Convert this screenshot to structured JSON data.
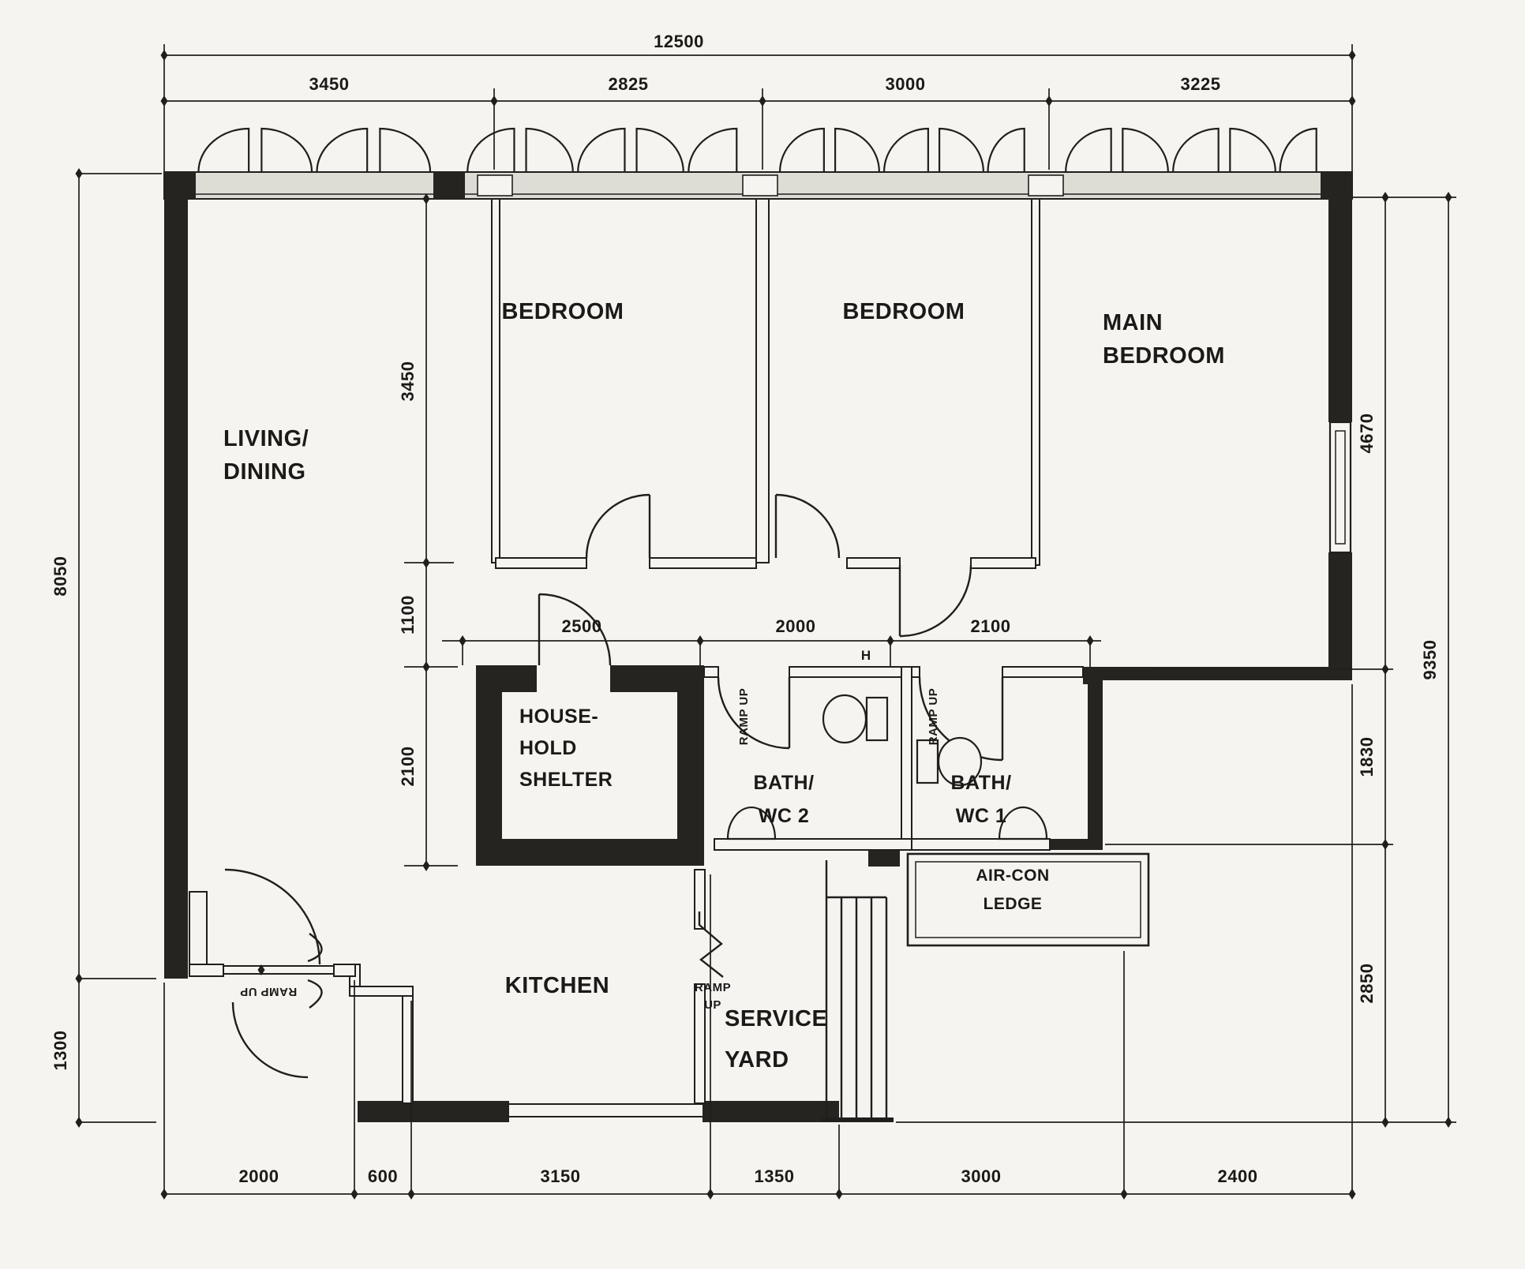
{
  "rooms": {
    "living": {
      "lines": [
        "LIVING/",
        "DINING"
      ]
    },
    "bedroom1": {
      "label": "BEDROOM"
    },
    "bedroom2": {
      "label": "BEDROOM"
    },
    "main_bedroom": {
      "lines": [
        "MAIN",
        "BEDROOM"
      ]
    },
    "household_shelter": {
      "lines": [
        "HOUSE-",
        "HOLD",
        "SHELTER"
      ]
    },
    "bath_wc2": {
      "lines": [
        "BATH/",
        "WC 2"
      ]
    },
    "bath_wc1": {
      "lines": [
        "BATH/",
        "WC 1"
      ]
    },
    "aircon_ledge": {
      "lines": [
        "AIR-CON",
        "LEDGE"
      ]
    },
    "kitchen": {
      "label": "KITCHEN"
    },
    "service_yard": {
      "lines": [
        "SERVICE",
        "YARD"
      ]
    }
  },
  "annotations": {
    "ramp_up_bath2": "RAMP UP",
    "ramp_up_bath1": "RAMP UP",
    "ramp_up_entrance": "RAMP UP",
    "ramp_service": {
      "lines": [
        "RAMP",
        "UP"
      ]
    },
    "h_marker": "H"
  },
  "dimensions": {
    "top_total": "12500",
    "top_segments": [
      "3450",
      "2825",
      "3000",
      "3225"
    ],
    "bottom_segments": [
      "2000",
      "600",
      "3150",
      "1350",
      "3000",
      "2400"
    ],
    "left_segments": [
      "8050",
      "1300"
    ],
    "right_inner_segments": [
      "4670",
      "1830",
      "2850"
    ],
    "right_total": "9350",
    "interior_vertical": [
      "3450",
      "1100",
      "2100"
    ],
    "interior_horizontal": [
      "2500",
      "2000",
      "2100"
    ]
  },
  "colors": {
    "ink": "#201f1d",
    "paper": "#f5f4f0",
    "wall_fill": "#262421",
    "window_band": "#dddcd5"
  }
}
